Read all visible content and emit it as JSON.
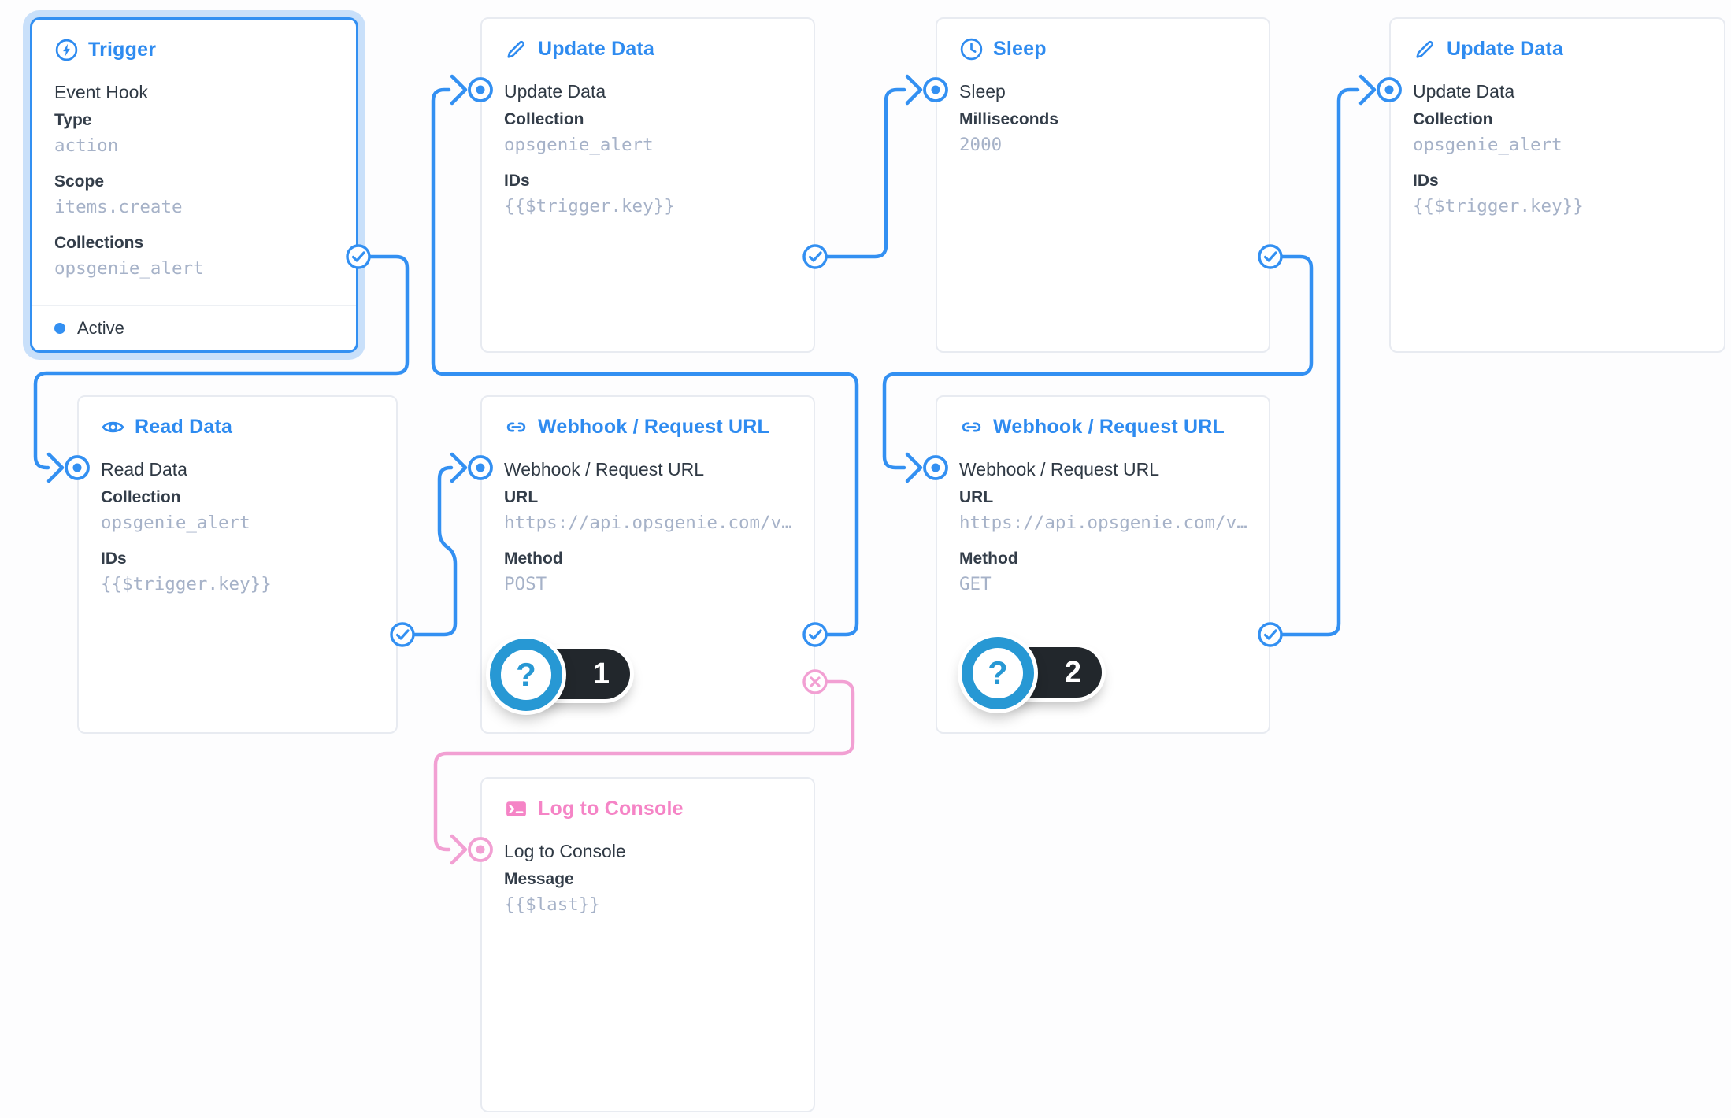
{
  "canvas": {
    "background": "#FDFDFE"
  },
  "colors": {
    "accent_blue": "#3390F2",
    "line_pink": "#F2A0D3",
    "title_pink": "#F584C6",
    "value_gray": "#A6B2C8",
    "label_dark": "#333D49",
    "badge_blue": "#2798D4",
    "badge_pill_dark": "#22272C",
    "selected_halo": "#C9E0FA"
  },
  "nodes": [
    {
      "title": "Trigger",
      "name": "Event Hook",
      "icon": "bolt-circle-icon",
      "fields": [
        {
          "label": "Type",
          "value": "action"
        },
        {
          "label": "Scope",
          "value": "items.create"
        },
        {
          "label": "Collections",
          "value": "opsgenie_alert"
        }
      ],
      "status": "Active",
      "selected": true
    },
    {
      "title": "Update Data",
      "name": "Update Data",
      "icon": "pencil-icon",
      "fields": [
        {
          "label": "Collection",
          "value": "opsgenie_alert"
        },
        {
          "label": "IDs",
          "value": "{{$trigger.key}}"
        }
      ]
    },
    {
      "title": "Sleep",
      "name": "Sleep",
      "icon": "clock-icon",
      "fields": [
        {
          "label": "Milliseconds",
          "value": "2000"
        }
      ]
    },
    {
      "title": "Update Data",
      "name": "Update Data",
      "icon": "pencil-icon",
      "fields": [
        {
          "label": "Collection",
          "value": "opsgenie_alert"
        },
        {
          "label": "IDs",
          "value": "{{$trigger.key}}"
        }
      ]
    },
    {
      "title": "Read Data",
      "name": "Read Data",
      "icon": "eye-icon",
      "fields": [
        {
          "label": "Collection",
          "value": "opsgenie_alert"
        },
        {
          "label": "IDs",
          "value": "{{$trigger.key}}"
        }
      ]
    },
    {
      "title": "Webhook / Request URL",
      "name": "Webhook / Request URL",
      "icon": "link-icon",
      "fields": [
        {
          "label": "URL",
          "value": "https://api.opsgenie.com/v…"
        },
        {
          "label": "Method",
          "value": "POST"
        }
      ]
    },
    {
      "title": "Webhook / Request URL",
      "name": "Webhook / Request URL",
      "icon": "link-icon",
      "fields": [
        {
          "label": "URL",
          "value": "https://api.opsgenie.com/v…"
        },
        {
          "label": "Method",
          "value": "GET"
        }
      ]
    },
    {
      "title": "Log to Console",
      "name": "Log to Console",
      "icon": "terminal-icon",
      "fields": [
        {
          "label": "Message",
          "value": "{{$last}}"
        }
      ]
    }
  ],
  "badges": [
    {
      "glyph": "?",
      "count": "1"
    },
    {
      "glyph": "?",
      "count": "2"
    }
  ]
}
